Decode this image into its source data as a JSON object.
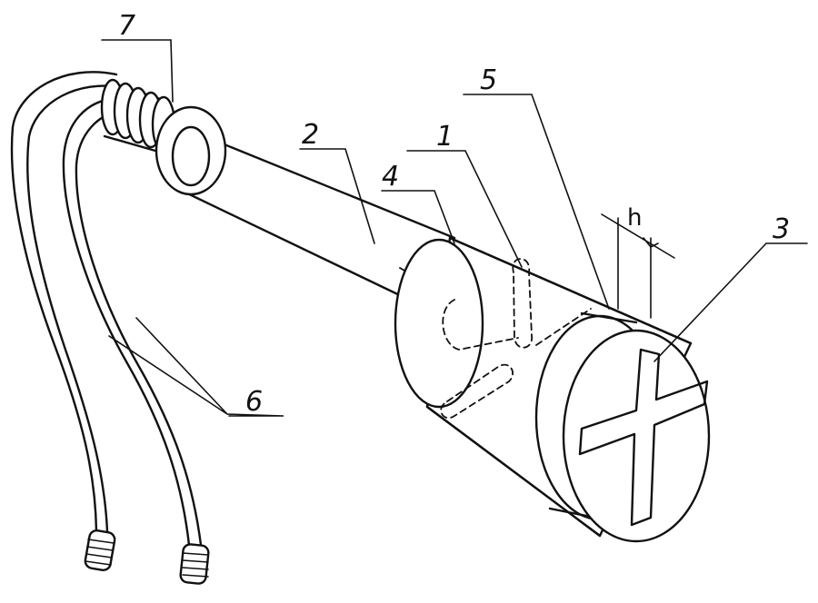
{
  "labels": {
    "l1": "1",
    "l2": "2",
    "l3": "3",
    "l4": "4",
    "l5": "5",
    "l6": "6",
    "l7": "7",
    "h": "h"
  }
}
